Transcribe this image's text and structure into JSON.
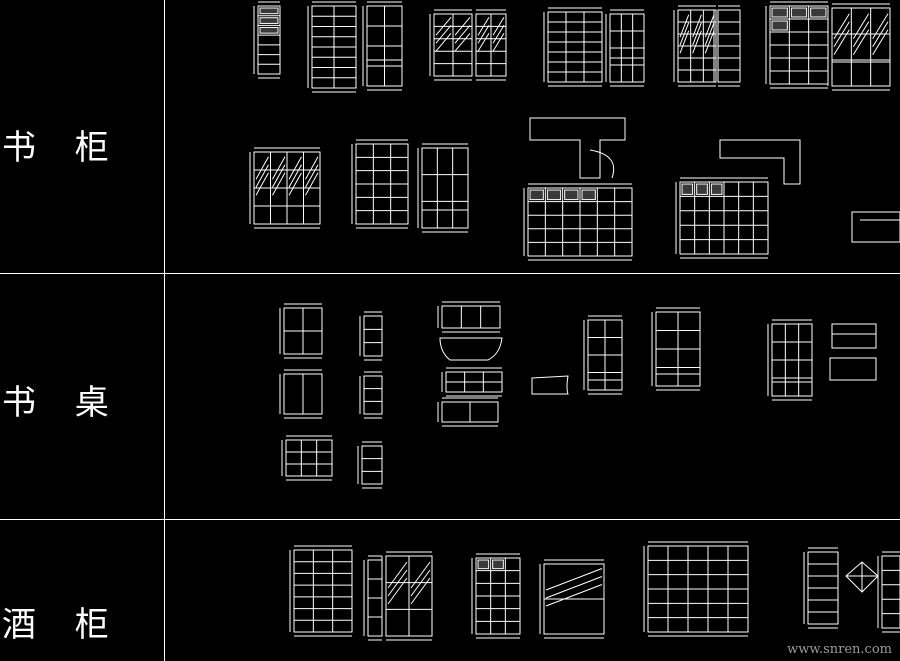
{
  "rows": [
    {
      "label": "书 柜"
    },
    {
      "label": "书 桌"
    },
    {
      "label": "酒 柜"
    }
  ],
  "watermark": "www.snren.com",
  "colors": {
    "background": "#000000",
    "line": "#ffffff",
    "accent": "#2f2f2f"
  }
}
